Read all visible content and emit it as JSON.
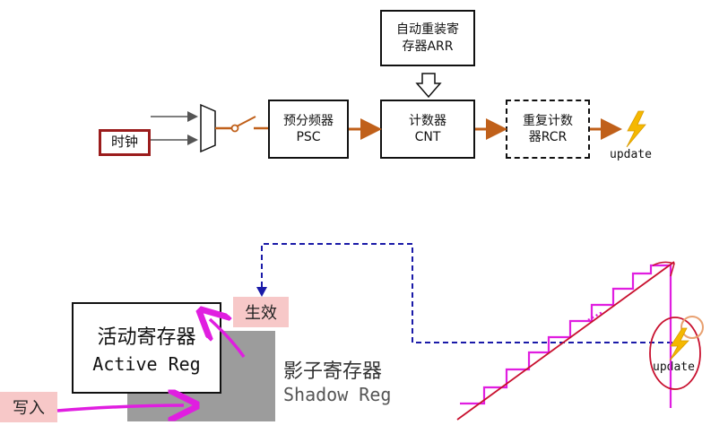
{
  "top_diagram": {
    "clock_label": "时钟",
    "psc": {
      "line1": "预分频器",
      "line2": "PSC"
    },
    "cnt": {
      "line1": "计数器",
      "line2": "CNT"
    },
    "arr": {
      "line1": "自动重装寄",
      "line2": "存器ARR"
    },
    "rcr": {
      "line1": "重复计数",
      "line2": "器RCR"
    },
    "update_label": "update"
  },
  "bottom_diagram": {
    "active_reg": {
      "cn": "活动寄存器",
      "en": "Active Reg"
    },
    "shadow_reg": {
      "cn": "影子寄存器",
      "en": "Shadow Reg"
    },
    "effect_tag": "生效",
    "write_tag": "写入",
    "update_label": "update"
  },
  "colors": {
    "flow_arrow": "#c0601a",
    "clock_border": "#9b1c1c",
    "dashed_path": "#1a1aa8",
    "annotation": "#e01ee0",
    "sawtooth": "#c8102e",
    "lightning": "#f5b800",
    "tag_background": "#f7c8c8"
  },
  "icons": [
    "lightning-icon",
    "hollow-down-arrow-icon",
    "mux-icon",
    "switch-icon"
  ]
}
